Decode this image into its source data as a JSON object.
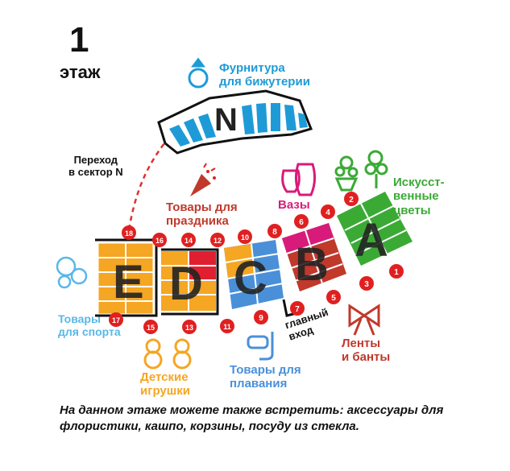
{
  "floor": {
    "number": "1",
    "word": "этаж"
  },
  "colors": {
    "sector_e": "#F5A623",
    "sector_d": "#F5A623",
    "sector_c": "#4A90D9",
    "sector_b": "#C0392B",
    "sector_a": "#3BAA35",
    "sector_n": "#1E9BD7",
    "pink": "#D81B7A",
    "red_dot": "#E02020",
    "dark": "#222222"
  },
  "sectors": {
    "n": "N",
    "e": "E",
    "d": "D",
    "c": "C",
    "b": "B",
    "a": "A"
  },
  "labels": {
    "furnitura": "Фурнитура\nдля бижутерии",
    "perehod": "Переход\nв сектор N",
    "prazdnik": "Товары для\nпраздника",
    "vazy": "Вазы",
    "cvety": "Искусст-\nвенные\nцветы",
    "sport": "Товары\nдля спорта",
    "igrushki": "Детские\nигрушки",
    "plavanie": "Товары для\nплавания",
    "vhod": "главный\nвход",
    "lenty": "Ленты\nи банты"
  },
  "markers": [
    "1",
    "2",
    "3",
    "4",
    "5",
    "6",
    "7",
    "8",
    "9",
    "10",
    "11",
    "12",
    "13",
    "14",
    "15",
    "16",
    "17",
    "18"
  ],
  "icons": [
    "ring-icon",
    "confetti-icon",
    "vases-icon",
    "flowers-icon",
    "sports-balls-icon",
    "teddy-bears-icon",
    "snorkel-mask-icon",
    "bow-icon"
  ],
  "footer": "На данном этаже можете также встретить: аксессуары для флористики, кашпо, корзины, посуду из стекла."
}
